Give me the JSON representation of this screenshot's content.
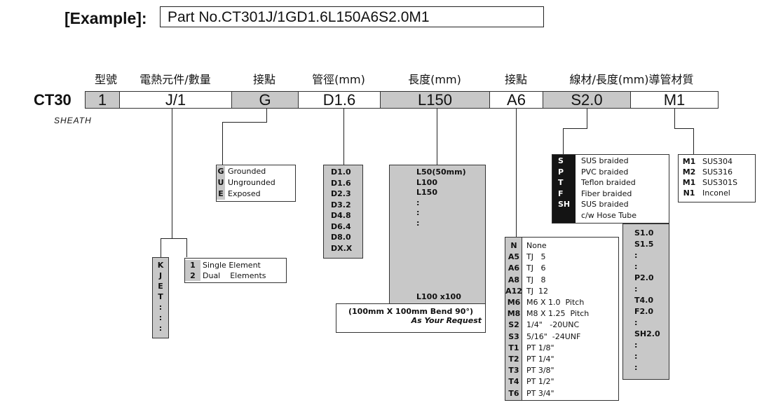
{
  "example": {
    "label": "[Example]:",
    "part_no": "Part No.CT301J/1GD1.6L150A6S2.0M1"
  },
  "headers": [
    "型號",
    "電熱元件/數量",
    "接點",
    "管徑(mm)",
    "長度(mm)",
    "接點",
    "線材/長度(mm)導管材質"
  ],
  "prefix": "CT30",
  "sheath": "SHEATH",
  "segments": [
    "1",
    "J/1",
    "G",
    "D1.6",
    "L150",
    "A6",
    "S2.0",
    "M1"
  ],
  "element_type": {
    "codes": [
      "K",
      "J",
      "E",
      "T",
      ":",
      ":",
      ":"
    ]
  },
  "element_qty": [
    {
      "code": "1",
      "label": "Single Element"
    },
    {
      "code": "2",
      "label": "Dual    Elements"
    }
  ],
  "junction": [
    {
      "code": "G",
      "label": "Grounded"
    },
    {
      "code": "U",
      "label": "Ungrounded"
    },
    {
      "code": "E",
      "label": "Exposed"
    }
  ],
  "diameter": [
    "D1.0",
    "D1.6",
    "D2.3",
    "D3.2",
    "D4.8",
    "D6.4",
    "D8.0",
    "DX.X"
  ],
  "length": {
    "items": [
      "L50(50mm)",
      "L100",
      "L150",
      ":",
      ":",
      ":"
    ],
    "bend": "L100 x100",
    "note1": "(100mm X 100mm Bend 90°)",
    "note2": "As Your Request"
  },
  "connector": [
    {
      "code": "N",
      "label": "None"
    },
    {
      "code": "A5",
      "label": "TJ   5"
    },
    {
      "code": "A6",
      "label": "TJ   6"
    },
    {
      "code": "A8",
      "label": "TJ   8"
    },
    {
      "code": "A12",
      "label": "TJ  12"
    },
    {
      "code": "M6",
      "label": "M6 X 1.0  Pitch"
    },
    {
      "code": "M8",
      "label": "M8 X 1.25  Pitch"
    },
    {
      "code": "S2",
      "label": "1/4\"   -20UNC"
    },
    {
      "code": "S3",
      "label": "5/16\"  -24UNF"
    },
    {
      "code": "T1",
      "label": "PT 1/8\""
    },
    {
      "code": "T2",
      "label": "PT 1/4\""
    },
    {
      "code": "T3",
      "label": "PT 3/8\""
    },
    {
      "code": "T4",
      "label": "PT 1/2\""
    },
    {
      "code": "T6",
      "label": "PT 3/4\""
    }
  ],
  "wire": [
    {
      "code": "S",
      "label": "SUS braided"
    },
    {
      "code": "P",
      "label": "PVC braided"
    },
    {
      "code": "T",
      "label": "Teflon braided"
    },
    {
      "code": "F",
      "label": "Fiber braided"
    },
    {
      "code": "SH",
      "label": "SUS braided\nc/w Hose Tube"
    }
  ],
  "wire_length": [
    "S1.0",
    "S1.5",
    ":",
    ":",
    "P2.0",
    ":",
    "T4.0",
    "F2.0",
    ":",
    "SH2.0",
    ":",
    ":",
    ":"
  ],
  "material": [
    {
      "code": "M1",
      "label": "SUS304"
    },
    {
      "code": "M2",
      "label": "SUS316"
    },
    {
      "code": "M1",
      "label": "SUS301S"
    },
    {
      "code": "N1",
      "label": "Inconel"
    }
  ]
}
